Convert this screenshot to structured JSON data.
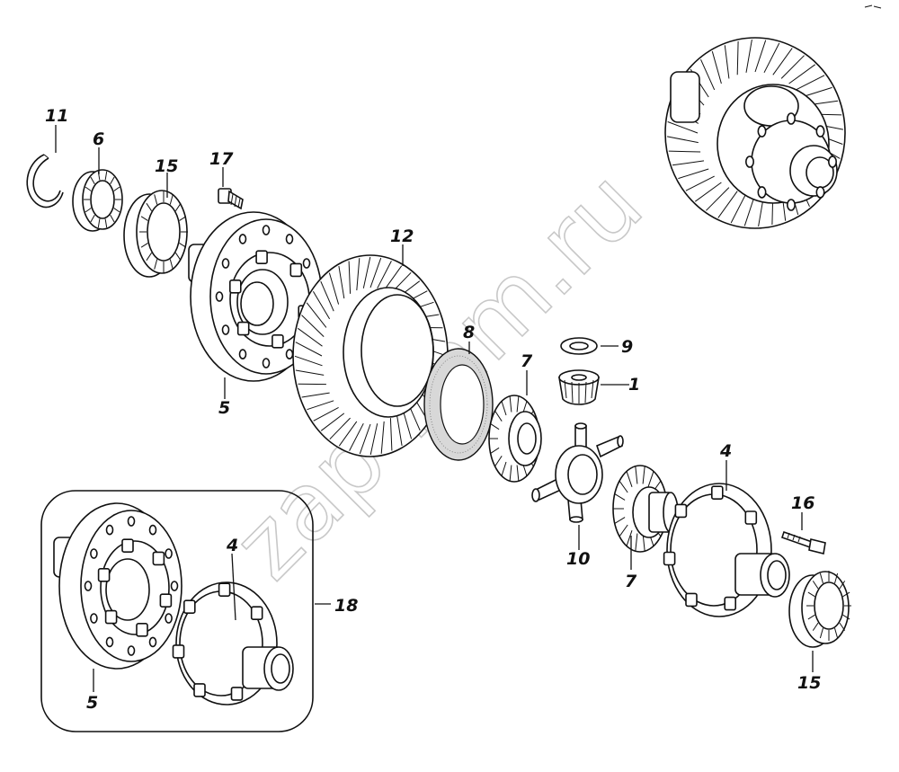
{
  "diagram": {
    "watermark": "zap-kam.ru",
    "callouts": [
      {
        "id": "label-11",
        "text": "11"
      },
      {
        "id": "label-6",
        "text": "6"
      },
      {
        "id": "label-15-top",
        "text": "15"
      },
      {
        "id": "label-17",
        "text": "17"
      },
      {
        "id": "label-12",
        "text": "12"
      },
      {
        "id": "label-5-top",
        "text": "5"
      },
      {
        "id": "label-8",
        "text": "8"
      },
      {
        "id": "label-9",
        "text": "9"
      },
      {
        "id": "label-1",
        "text": "1"
      },
      {
        "id": "label-7-top",
        "text": "7"
      },
      {
        "id": "label-10",
        "text": "10"
      },
      {
        "id": "label-7-bottom",
        "text": "7"
      },
      {
        "id": "label-4-right",
        "text": "4"
      },
      {
        "id": "label-16",
        "text": "16"
      },
      {
        "id": "label-15-bottom",
        "text": "15"
      },
      {
        "id": "label-4-inset",
        "text": "4"
      },
      {
        "id": "label-18",
        "text": "18"
      },
      {
        "id": "label-5-inset",
        "text": "5"
      }
    ]
  }
}
